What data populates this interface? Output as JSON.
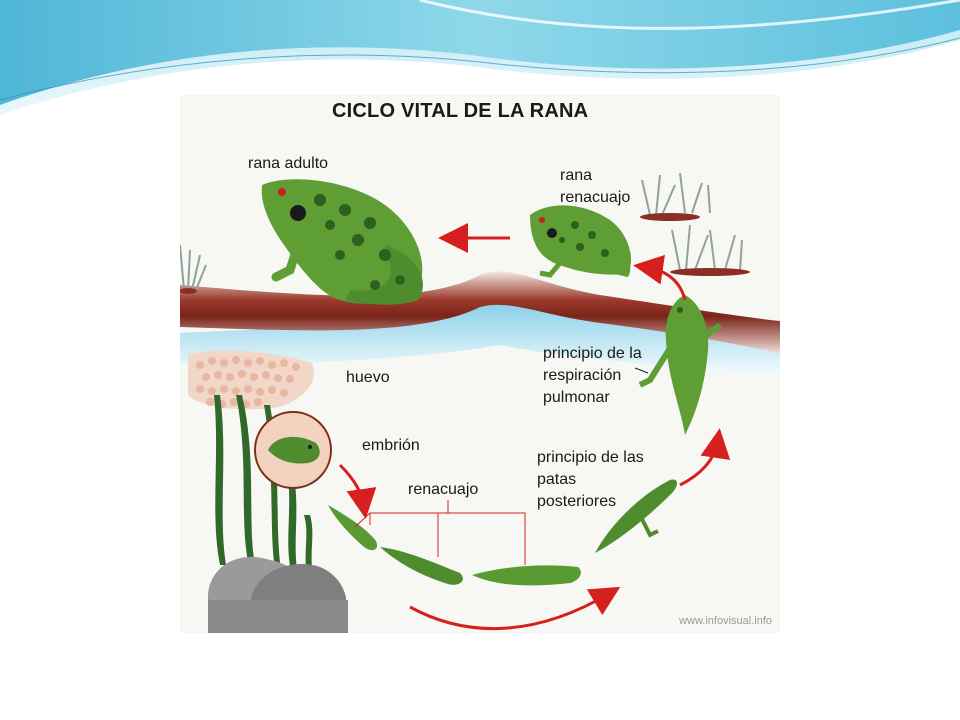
{
  "figure": {
    "title": "CICLO VITAL DE LA RANA",
    "watermark": "www.infovisual.info",
    "labels": {
      "rana_adulto": "rana adulto",
      "rana_renacuajo": "rana\nrenacuajo",
      "huevo": "huevo",
      "embrion": "embrión",
      "renacuajo": "renacuajo",
      "respiracion": "principio de la\nrespiración\npulmonar",
      "patas": "principio de las\npatas\nposteriores"
    }
  },
  "colors": {
    "frog_green": "#5e9e34",
    "frog_spots": "#2f5f1c",
    "earth": "#8b2f25",
    "water": "#bfe6f3",
    "arrow_red": "#d6201f",
    "header_blue": "#6cc6e0"
  }
}
